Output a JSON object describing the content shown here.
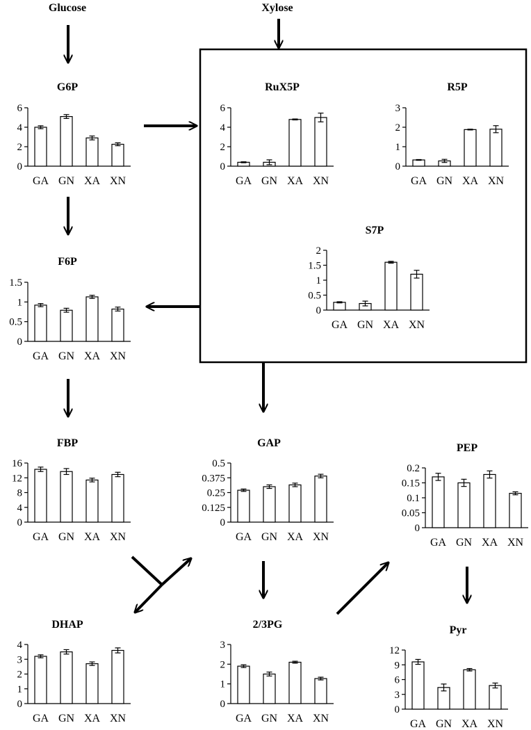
{
  "inputs": {
    "glucose": "Glucose",
    "xylose": "Xylose"
  },
  "chart_data": [
    {
      "id": "g6p",
      "type": "bar",
      "title": "G6P",
      "categories": [
        "GA",
        "GN",
        "XA",
        "XN"
      ],
      "values": [
        4.0,
        5.1,
        2.9,
        2.25
      ],
      "errors": [
        0.15,
        0.2,
        0.2,
        0.15
      ],
      "ylim": [
        0,
        6
      ],
      "yticks": [
        "0",
        "2",
        "4",
        "6"
      ]
    },
    {
      "id": "rux5p",
      "type": "bar",
      "title": "RuX5P",
      "categories": [
        "GA",
        "GN",
        "XA",
        "XN"
      ],
      "values": [
        0.4,
        0.4,
        4.8,
        5.0
      ],
      "errors": [
        0.05,
        0.25,
        0.05,
        0.45
      ],
      "ylim": [
        0,
        6
      ],
      "yticks": [
        "0",
        "2",
        "4",
        "6"
      ]
    },
    {
      "id": "r5p",
      "type": "bar",
      "title": "R5P",
      "categories": [
        "GA",
        "GN",
        "XA",
        "XN"
      ],
      "values": [
        0.32,
        0.27,
        1.88,
        1.9
      ],
      "errors": [
        0.02,
        0.08,
        0.02,
        0.18
      ],
      "ylim": [
        0,
        3
      ],
      "yticks": [
        "0",
        "1",
        "2",
        "3"
      ]
    },
    {
      "id": "s7p",
      "type": "bar",
      "title": "S7P",
      "categories": [
        "GA",
        "GN",
        "XA",
        "XN"
      ],
      "values": [
        0.26,
        0.22,
        1.6,
        1.2
      ],
      "errors": [
        0.02,
        0.08,
        0.03,
        0.13
      ],
      "ylim": [
        0,
        2
      ],
      "yticks": [
        "0",
        "0.5",
        "1",
        "1.5",
        "2"
      ]
    },
    {
      "id": "f6p",
      "type": "bar",
      "title": "F6P",
      "categories": [
        "GA",
        "GN",
        "XA",
        "XN"
      ],
      "values": [
        0.92,
        0.79,
        1.13,
        0.82
      ],
      "errors": [
        0.04,
        0.05,
        0.04,
        0.05
      ],
      "ylim": [
        0,
        1.5
      ],
      "yticks": [
        "0",
        "0.5",
        "1",
        "1.5"
      ]
    },
    {
      "id": "fbp",
      "type": "bar",
      "title": "FBP",
      "categories": [
        "GA",
        "GN",
        "XA",
        "XN"
      ],
      "values": [
        14.3,
        13.7,
        11.4,
        12.9
      ],
      "errors": [
        0.6,
        0.8,
        0.5,
        0.6
      ],
      "ylim": [
        0,
        16
      ],
      "yticks": [
        "0",
        "4",
        "8",
        "12",
        "16"
      ]
    },
    {
      "id": "gap",
      "type": "bar",
      "title": "GAP",
      "categories": [
        "GA",
        "GN",
        "XA",
        "XN"
      ],
      "values": [
        0.27,
        0.3,
        0.315,
        0.39
      ],
      "errors": [
        0.01,
        0.015,
        0.015,
        0.015
      ],
      "ylim": [
        0,
        0.5
      ],
      "yticks": [
        "0",
        "0.125",
        "0.25",
        "0.375",
        "0.5"
      ]
    },
    {
      "id": "pep",
      "type": "bar",
      "title": "PEP",
      "categories": [
        "GA",
        "GN",
        "XA",
        "XN"
      ],
      "values": [
        0.17,
        0.15,
        0.178,
        0.115
      ],
      "errors": [
        0.012,
        0.012,
        0.012,
        0.005
      ],
      "ylim": [
        0,
        0.2
      ],
      "yticks": [
        "0",
        "0.05",
        "0.1",
        "0.15",
        "0.2"
      ]
    },
    {
      "id": "dhap",
      "type": "bar",
      "title": "DHAP",
      "categories": [
        "GA",
        "GN",
        "XA",
        "XN"
      ],
      "values": [
        3.2,
        3.5,
        2.7,
        3.6
      ],
      "errors": [
        0.1,
        0.15,
        0.12,
        0.17
      ],
      "ylim": [
        0,
        4
      ],
      "yticks": [
        "0",
        "1",
        "2",
        "3",
        "4"
      ]
    },
    {
      "id": "pg23",
      "type": "bar",
      "title": "2/3PG",
      "categories": [
        "GA",
        "GN",
        "XA",
        "XN"
      ],
      "values": [
        1.9,
        1.5,
        2.1,
        1.27
      ],
      "errors": [
        0.07,
        0.1,
        0.05,
        0.07
      ],
      "ylim": [
        0,
        3
      ],
      "yticks": [
        "0",
        "1",
        "2",
        "3"
      ]
    },
    {
      "id": "pyr",
      "type": "bar",
      "title": "Pyr",
      "categories": [
        "GA",
        "GN",
        "XA",
        "XN"
      ],
      "values": [
        9.6,
        4.4,
        8.0,
        4.8
      ],
      "errors": [
        0.5,
        0.7,
        0.25,
        0.5
      ],
      "ylim": [
        0,
        12
      ],
      "yticks": [
        "0",
        "3",
        "6",
        "9",
        "12"
      ]
    }
  ]
}
